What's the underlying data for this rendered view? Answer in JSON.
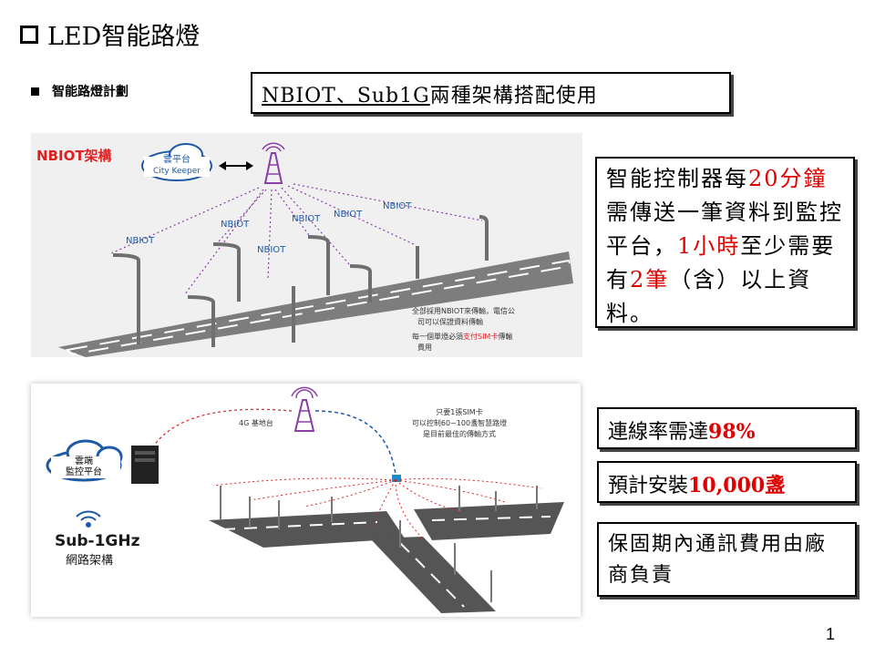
{
  "slide": {
    "title": "LED智能路燈",
    "bullet": "智能路燈計劃",
    "headline_underlined": "NBIOT、Sub1G",
    "headline_rest": "兩種架構搭配使用",
    "note1": {
      "p1": "智能控制器每",
      "r1": "20分鐘",
      "p2": "需傳送一筆資料到監控平台，",
      "r2": "1小時",
      "p3": "至少需要有",
      "r3": "2筆",
      "p4": "（含）以上資料。"
    },
    "box2": {
      "text": "連線率需達",
      "value": "98%"
    },
    "box3": {
      "text": "預計安裝",
      "value": "10,000盞"
    },
    "box4": "保固期內通訊費用由廠商負責",
    "page_number": "1"
  },
  "diagram1": {
    "heading": "NBIOT架構",
    "cloud_line1": "雲平台",
    "cloud_line2": "City Keeper",
    "link_labels": [
      "NBIOT",
      "NBIOT",
      "NBIOT",
      "NBIOT",
      "NBIOT",
      "NBIOT"
    ],
    "notes": [
      "全部採用NBIOT來傳輸，電信公",
      "司可以保證資料傳輸",
      "每一個單燈必須",
      "支付SIM卡",
      "傳輸",
      "費用"
    ]
  },
  "diagram2": {
    "station_label": "4G 基地台",
    "note_lines": [
      "只要1張SIM卡",
      "可以控制60~100盞智慧路燈",
      "是目前最佳的傳輸方式"
    ],
    "cloud_line1": "雲端",
    "cloud_line2": "監控平台",
    "sub1g_label": "Sub-1GHz",
    "network_label": "網路架構"
  },
  "colors": {
    "red": "#e00000",
    "nbiot_red": "#e02020",
    "link_purple": "#8a3fa8",
    "blue": "#1e5aa8"
  }
}
